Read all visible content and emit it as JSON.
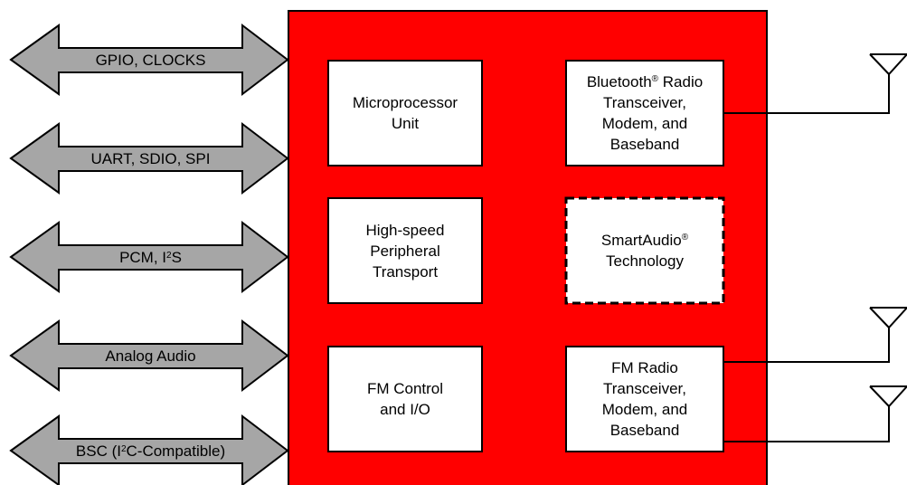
{
  "colors": {
    "chip": "#ff0000",
    "arrow_fill": "#a6a6a6",
    "block_fill": "#ffffff",
    "stroke": "#000000"
  },
  "interfaces": [
    {
      "pre": "GPIO, CLOCKS"
    },
    {
      "pre": "UART, SDIO, SPI"
    },
    {
      "pre": "PCM, I",
      "sup": "2",
      "post": "S"
    },
    {
      "pre": "Analog Audio"
    },
    {
      "pre": "BSC (I",
      "sup": "2",
      "post": "C-Compatible)"
    }
  ],
  "blocks": {
    "mpu": {
      "lines": [
        "Microprocessor",
        "Unit"
      ]
    },
    "bt": {
      "line1_pre": "Bluetooth",
      "line1_sup": "®",
      "line1_post": " Radio",
      "lines": [
        "Transceiver,",
        "Modem, and",
        "Baseband"
      ]
    },
    "hspt": {
      "lines": [
        "High-speed",
        "Peripheral",
        "Transport"
      ]
    },
    "smartaudio": {
      "line1_pre": "SmartAudio",
      "line1_sup": "®",
      "lines": [
        "Technology"
      ]
    },
    "fmctrl": {
      "lines": [
        "FM Control",
        "and I/O"
      ]
    },
    "fmradio": {
      "lines": [
        "FM Radio",
        "Transceiver,",
        "Modem, and",
        "Baseband"
      ]
    }
  },
  "antennas": [
    "bluetooth-antenna",
    "fm-antenna-1",
    "fm-antenna-2"
  ]
}
